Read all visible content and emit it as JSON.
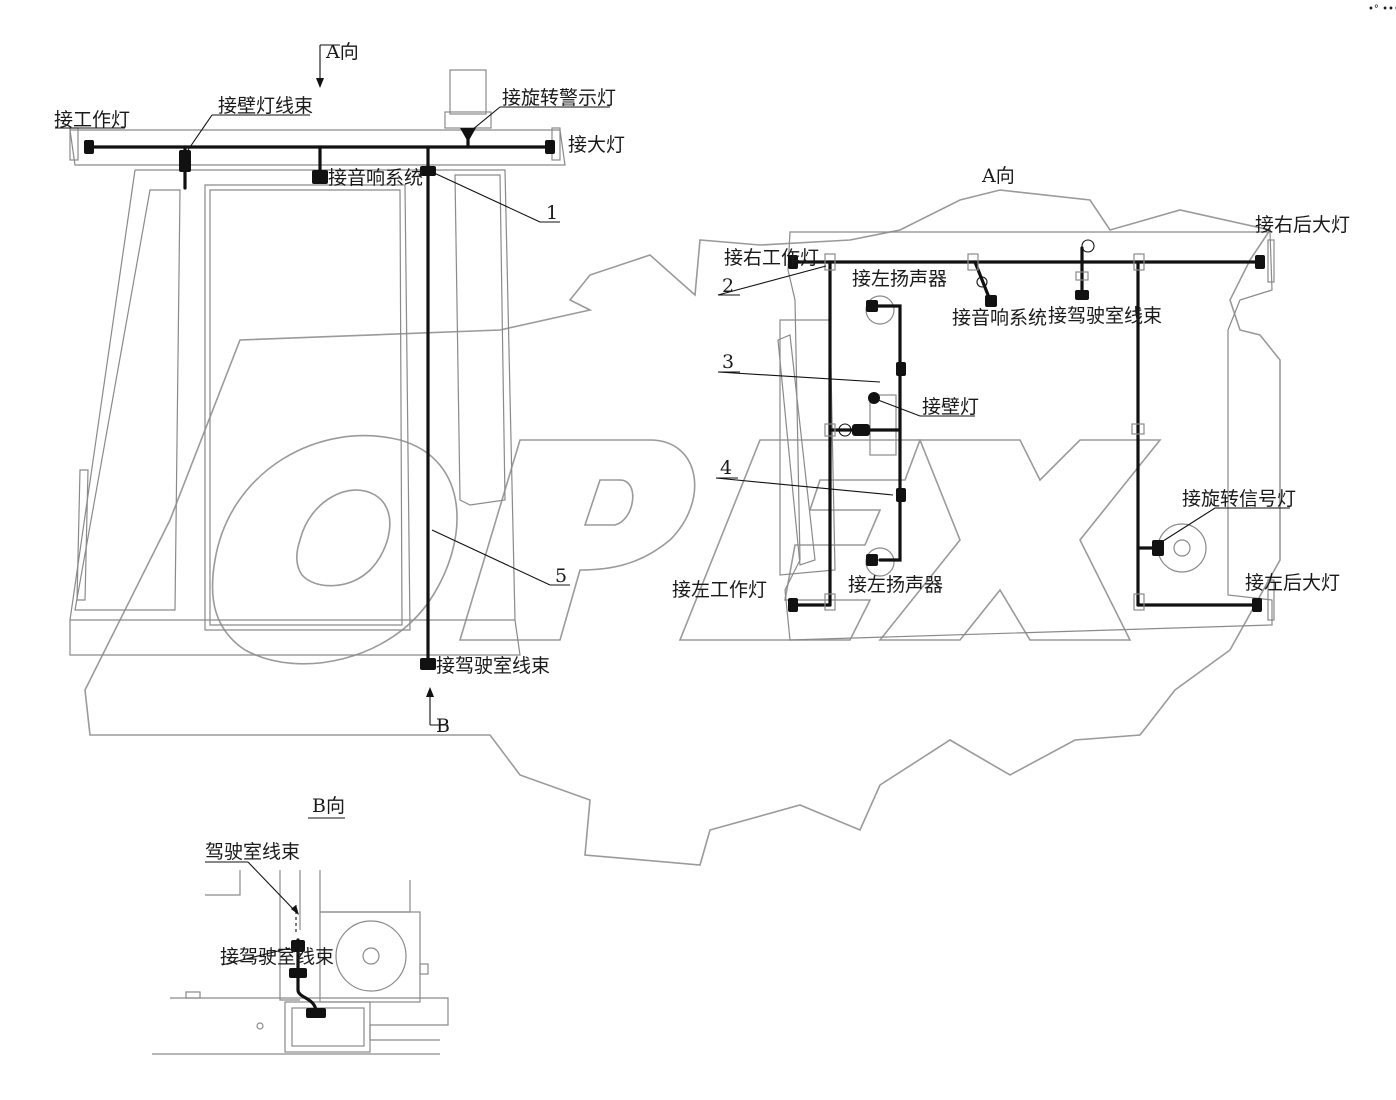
{
  "corner_mark": "•° •••",
  "watermark": {
    "text": "OPEX",
    "stroke": "#9a9a9a"
  },
  "views": {
    "front": {
      "view_arrow": "A向",
      "bottom_arrow": "B",
      "labels": {
        "work_light": "接工作灯",
        "wall_lamp_harness": "接壁灯线束",
        "beacon": "接旋转警示灯",
        "head_light": "接大灯",
        "audio": "接音响系统",
        "cab_harness": "接驾驶室线束"
      },
      "callouts": [
        "1",
        "5"
      ]
    },
    "top": {
      "title": "A向",
      "labels": {
        "right_rear_light": "接右后大灯",
        "right_work_light": "接右工作灯",
        "left_speaker_top": "接左扬声器",
        "audio": "接音响系统",
        "cab_harness": "接驾驶室线束",
        "wall_lamp": "接壁灯",
        "beacon_signal": "接旋转信号灯",
        "left_work_light": "接左工作灯",
        "left_speaker_bottom": "接左扬声器",
        "left_rear_light": "接左后大灯"
      },
      "callouts": [
        "2",
        "3",
        "4"
      ]
    },
    "b_view": {
      "title": "B向",
      "labels": {
        "cab_harness": "驾驶室线束",
        "connect_cab_harness": "接驾驶室线束"
      }
    }
  }
}
